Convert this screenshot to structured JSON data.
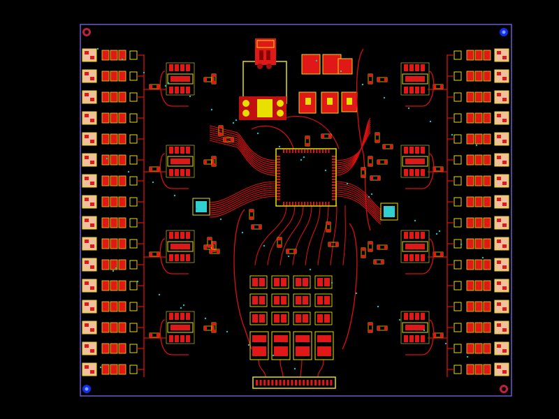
{
  "view": {
    "background": "#000000",
    "board_outline_color": "#6a5acd",
    "colors": {
      "trace": "#d81010",
      "pad": "#e01818",
      "silkscreen": "#e8e000",
      "via": "#20c0c0",
      "label": "#20b0b0",
      "cyan_component": "#30d0d0",
      "mount_hole_red": "#c02040",
      "mount_hole_blue": "#1030f0"
    }
  },
  "components": {
    "mcu": "main-microcontroller",
    "left_connector_count": 16,
    "right_connector_count": 16,
    "bottom_header": "bottom-pin-header"
  }
}
